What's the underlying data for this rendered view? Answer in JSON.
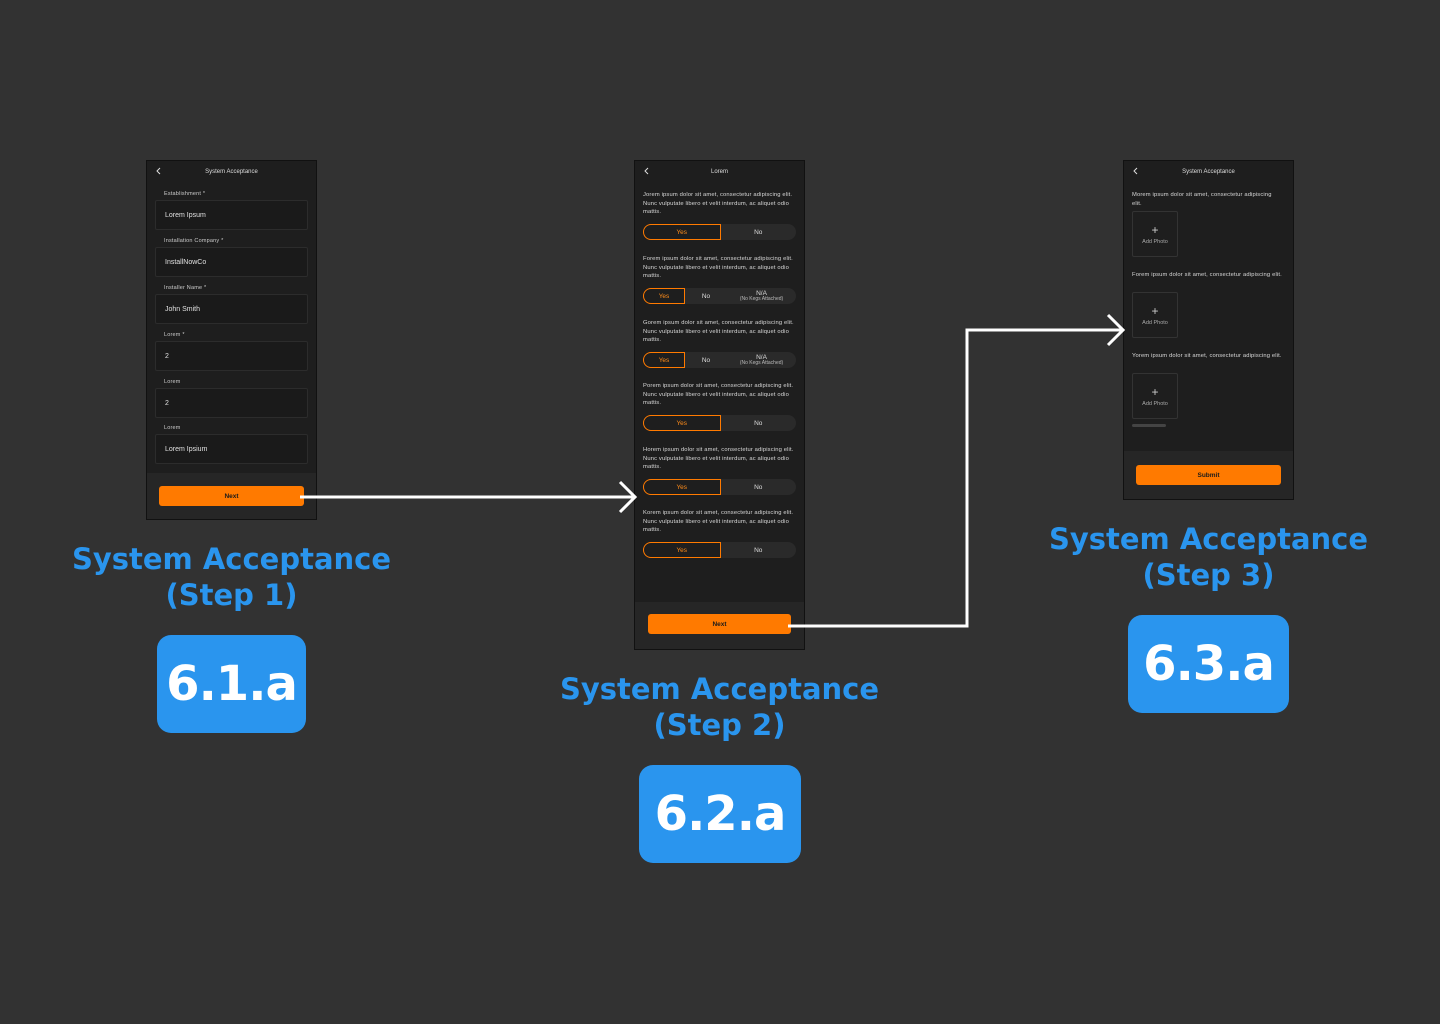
{
  "steps": [
    {
      "header_title": "System Acceptance",
      "fields": [
        {
          "label": "Establishment *",
          "value": "Lorem Ipsum"
        },
        {
          "label": "Installation Company *",
          "value": "InstallNowCo"
        },
        {
          "label": "Installer Name *",
          "value": "John Smith"
        },
        {
          "label": "Lorem *",
          "value": "2"
        },
        {
          "label": "Lorem",
          "value": "2"
        },
        {
          "label": "Lorem",
          "value": "Lorem Ipsium"
        }
      ],
      "button_label": "Next",
      "caption_line1": "System Acceptance",
      "caption_line2": "(Step 1)",
      "badge": "6.1.a"
    },
    {
      "header_title": "Lorem",
      "questions": [
        {
          "text": "Jorem ipsum dolor sit amet, consectetur adipiscing elit. Nunc vulputate libero et velit interdum, ac aliquet odio mattis.",
          "options": [
            "Yes",
            "No"
          ],
          "selected": "Yes"
        },
        {
          "text": "Forem ipsum dolor sit amet, consectetur adipiscing elit. Nunc vulputate libero et velit interdum, ac aliquet odio mattis.",
          "options": [
            "Yes",
            "No",
            "N/A"
          ],
          "na_sub": "(No Kegs Attached)",
          "selected": "Yes"
        },
        {
          "text": "Gorem ipsum dolor sit amet, consectetur adipiscing elit. Nunc vulputate libero et velit interdum, ac aliquet odio mattis.",
          "options": [
            "Yes",
            "No",
            "N/A"
          ],
          "na_sub": "(No Kegs Attached)",
          "selected": "Yes"
        },
        {
          "text": "Porem ipsum dolor sit amet, consectetur adipiscing elit. Nunc vulputate libero et velit interdum, ac aliquet odio mattis.",
          "options": [
            "Yes",
            "No"
          ],
          "selected": "Yes"
        },
        {
          "text": "Horem ipsum dolor sit amet, consectetur adipiscing elit. Nunc vulputate libero et velit interdum, ac aliquet odio mattis.",
          "options": [
            "Yes",
            "No"
          ],
          "selected": "Yes"
        },
        {
          "text": "Korem ipsum dolor sit amet, consectetur adipiscing elit. Nunc vulputate libero et velit interdum, ac aliquet odio mattis.",
          "options": [
            "Yes",
            "No"
          ],
          "selected": "Yes"
        }
      ],
      "button_label": "Next",
      "caption_line1": "System Acceptance",
      "caption_line2": "(Step 2)",
      "badge": "6.2.a"
    },
    {
      "header_title": "System Acceptance",
      "photo_questions": [
        {
          "text": "Morem ipsum dolor sit amet, consectetur adipiscing elit.",
          "button_label": "Add Photo"
        },
        {
          "text": "Forem ipsum dolor sit amet, consectetur adipiscing elit.",
          "button_label": "Add Photo"
        },
        {
          "text": "Yorem ipsum dolor sit amet, consectetur adipiscing elit.",
          "button_label": "Add Photo"
        }
      ],
      "button_label": "Submit",
      "caption_line1": "System Acceptance",
      "caption_line2": "(Step 3)",
      "badge": "6.3.a"
    }
  ],
  "colors": {
    "background": "#323232",
    "screen": "#1e1e1e",
    "accent_orange": "#ff7a00",
    "caption_blue": "#2a95ee",
    "arrow": "#ffffff"
  },
  "icons": {
    "back": "chevron-left-icon",
    "photo": "plus-icon",
    "flow": "arrow-right-icon"
  }
}
